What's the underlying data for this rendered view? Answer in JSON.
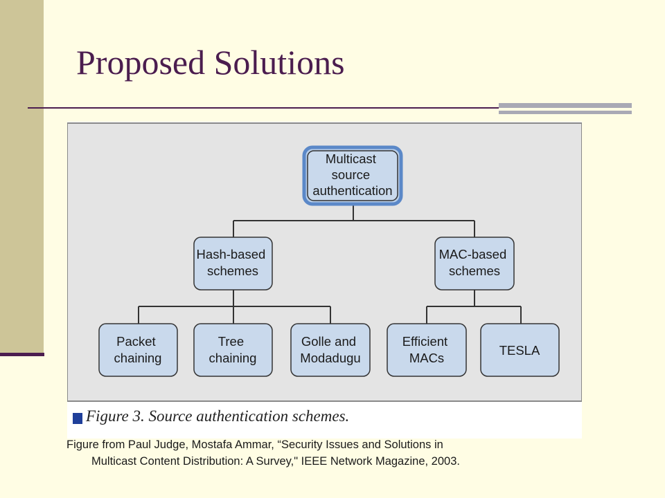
{
  "slide": {
    "title": "Proposed Solutions",
    "credit_line1": "Figure from  Paul Judge, Mostafa Ammar,   “Security Issues and Solutions in",
    "credit_line2": "Multicast Content Distribution: A Survey,\" IEEE Network Magazine, 2003."
  },
  "figure": {
    "caption": "Figure 3. Source authentication schemes.",
    "root": [
      "Multicast",
      "source",
      "authentication"
    ],
    "hash": [
      "Hash-based",
      "schemes"
    ],
    "mac": [
      "MAC-based",
      "schemes"
    ],
    "packet": [
      "Packet",
      "chaining"
    ],
    "tree": [
      "Tree",
      "chaining"
    ],
    "golle": [
      "Golle and",
      "Modadugu"
    ],
    "efficient": [
      "Efficient",
      "MACs"
    ],
    "tesla": [
      "TESLA"
    ]
  },
  "colors": {
    "title": "#4b1d4f",
    "node_fill": "#c9d9ec",
    "diagram_bg": "#e4e4e4",
    "caption_square": "#1f3f9a"
  }
}
